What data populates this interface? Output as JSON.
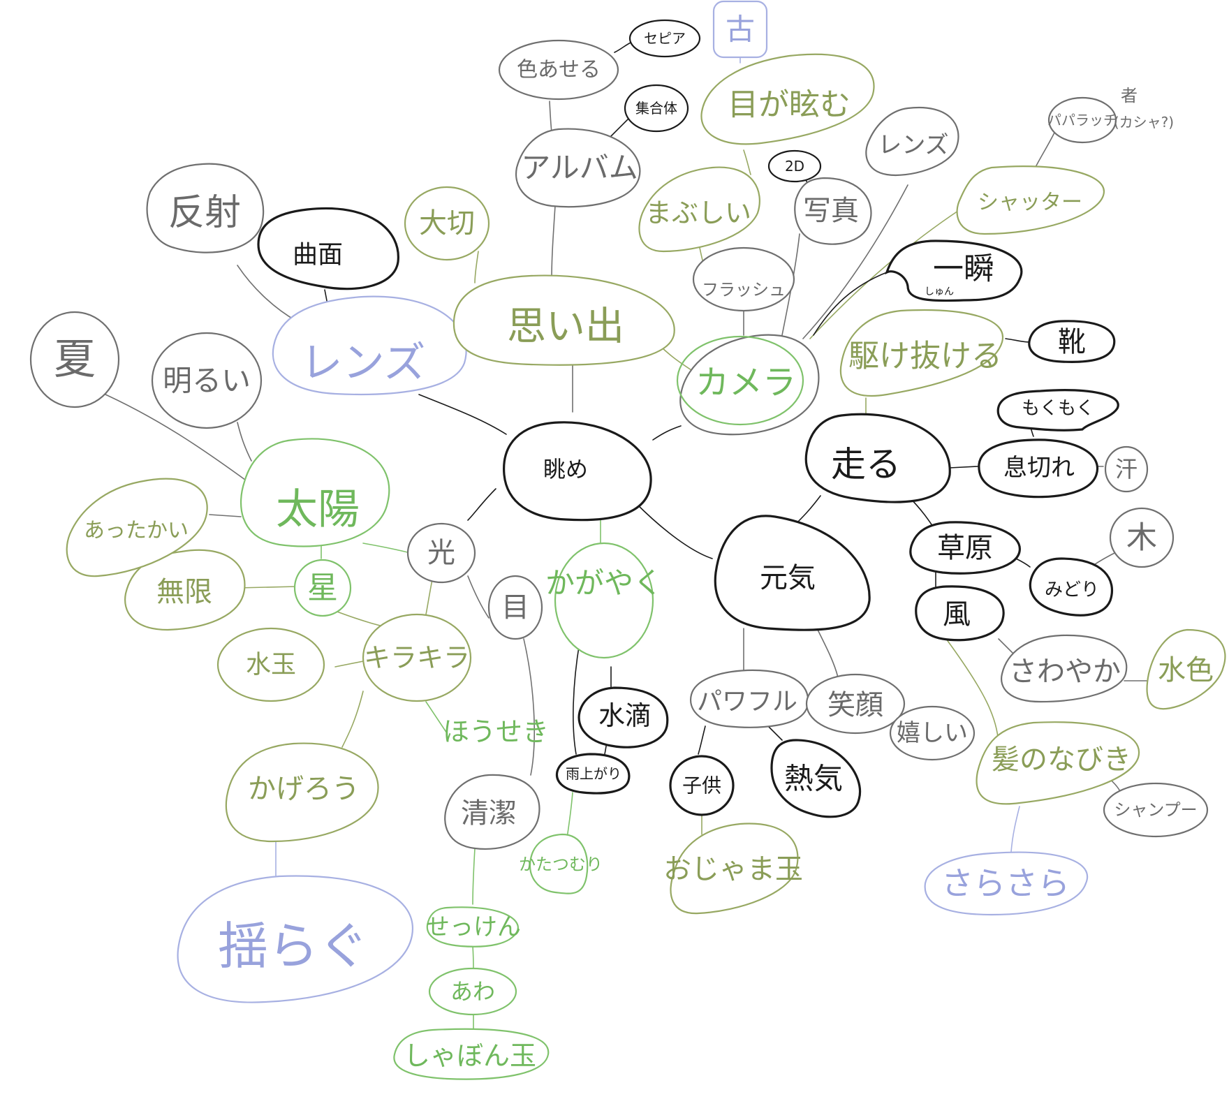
{
  "colors": {
    "black": "#1a1a1a",
    "gray": "#6f6f6f",
    "olive": "#97a862",
    "green": "#7fc26b",
    "blue": "#a7b0e2",
    "background": "#ffffff"
  },
  "nodes": {
    "center": "眺め",
    "hikari": "光",
    "genki": "元気",
    "hashiru": "走る",
    "kagayaku": "かがやく",
    "taiyou": "太陽",
    "hoshi": "星",
    "kirakira": "キラキラ",
    "mizutama": "水玉",
    "hoseki": "ほうせき",
    "mugen": "無限",
    "attakai": "あったかい",
    "natsu": "夏",
    "akarui": "明るい",
    "lens_big": "レンズ",
    "kyokumen": "曲面",
    "hansha": "反射",
    "omoide": "思い出",
    "taisetsu": "大切",
    "album": "アルバム",
    "iroaseru": "色あせる",
    "sepia": "セピア",
    "shugotai": "集合体",
    "furui": "古",
    "camera": "カメラ",
    "mabushii": "まぶしい",
    "megakurami": "目が眩む",
    "flash": "フラッシュ",
    "shashin": "写真",
    "twod": "2D",
    "lens_small": "レンズ",
    "shutter": "シャッター",
    "paparazzi": "パパラッチ",
    "kusha_note": "者",
    "kasha_note": "(カシャ?)",
    "isshun": "一瞬",
    "isshun_ruby": "しゅん",
    "kakenukeru": "駆け抜ける",
    "kutsu": "靴",
    "ikigire": "息切れ",
    "mokumoku": "もくもく",
    "ase": "汗",
    "sougen": "草原",
    "midori": "みどり",
    "ki": "木",
    "kaze": "風",
    "sawayaka": "さわやか",
    "mizuiro": "水色",
    "kami": "髪のなびき",
    "shampoo": "シャンプー",
    "sarasara": "さらさら",
    "powerful": "パワフル",
    "egao": "笑顔",
    "ureshii": "嬉しい",
    "kodomo": "子供",
    "nekki": "熱気",
    "ojaimatama": "おじゃま玉",
    "me": "目",
    "seiketsu": "清潔",
    "sekken": "せっけん",
    "awa": "あわ",
    "shabondama": "しゃぼん玉",
    "mizushizuku": "水滴",
    "ameagari": "雨上がり",
    "katatsumuri": "かたつむり",
    "kagerou": "かげろう",
    "yuragu": "揺らぐ"
  }
}
